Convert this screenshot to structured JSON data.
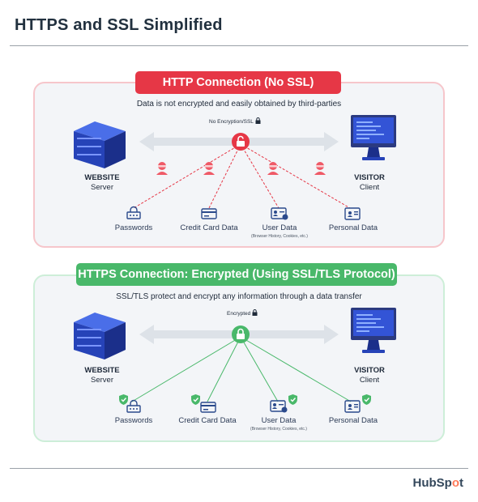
{
  "title": "HTTPS and SSL Simplified",
  "http": {
    "badge": "HTTP Connection (No SSL)",
    "subtitle": "Data is not encrypted and easily obtained by third-parties",
    "lock_label": "No Encryption/SSL",
    "server": {
      "title": "WEBSITE",
      "sub": "Server"
    },
    "client": {
      "title": "VISITOR",
      "sub": "Client"
    },
    "items": [
      "Passwords",
      "Credit Card Data",
      "User Data",
      "Personal Data"
    ],
    "user_data_note": "(Browser History, Cookies, etc.)",
    "colors": {
      "accent": "#e63746",
      "hacker": "#ef5a67"
    }
  },
  "https": {
    "badge": "HTTPS Connection: Encrypted (Using SSL/TLS Protocol)",
    "subtitle": "SSL/TLS protect and encrypt any information through a data transfer",
    "lock_label": "Encrypted",
    "server": {
      "title": "WEBSITE",
      "sub": "Server"
    },
    "client": {
      "title": "VISITOR",
      "sub": "Client"
    },
    "items": [
      "Passwords",
      "Credit Card Data",
      "User Data",
      "Personal Data"
    ],
    "user_data_note": "(Browser History, Cookies, etc.)",
    "colors": {
      "accent": "#49b86a",
      "shield": "#49b86a"
    }
  },
  "brand": {
    "name_a": "HubSp",
    "name_b": "o",
    "name_c": "t"
  }
}
